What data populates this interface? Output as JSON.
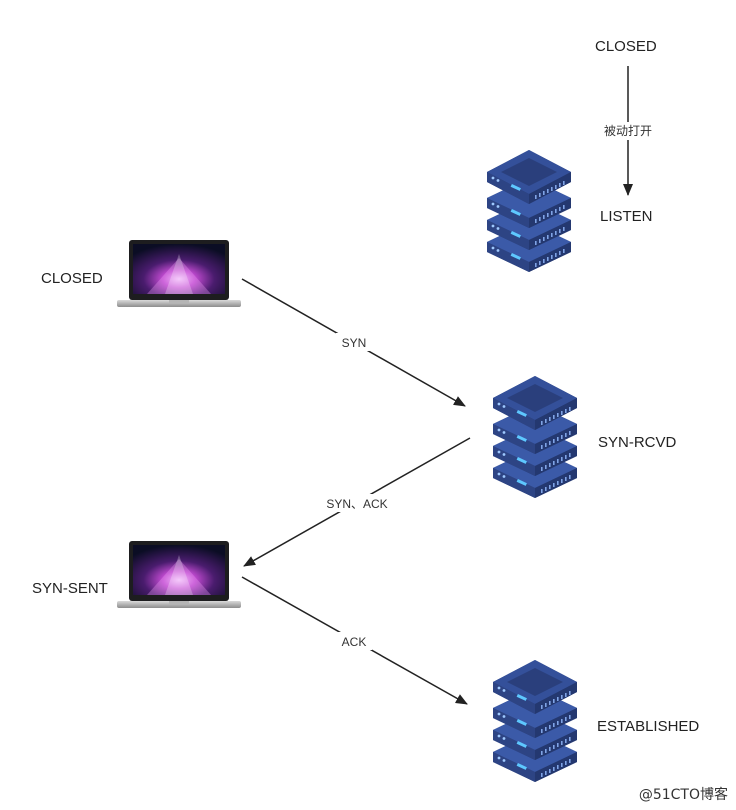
{
  "server_states": {
    "closed": "CLOSED",
    "passive_open": "被动打开",
    "listen": "LISTEN",
    "syn_rcvd": "SYN-RCVD",
    "established": "ESTABLISHED"
  },
  "client_states": {
    "closed": "CLOSED",
    "syn_sent": "SYN-SENT"
  },
  "messages": {
    "syn": "SYN",
    "syn_ack": "SYN、ACK",
    "ack": "ACK"
  },
  "watermark": "@51CTO博客",
  "colors": {
    "server_dark": "#2b3f7a",
    "server_mid": "#34509a",
    "server_light": "#4f75c8",
    "led": "#5ec8ff",
    "arrow": "#222222"
  },
  "icons": {
    "client": "laptop-icon",
    "server": "server-rack-icon"
  }
}
